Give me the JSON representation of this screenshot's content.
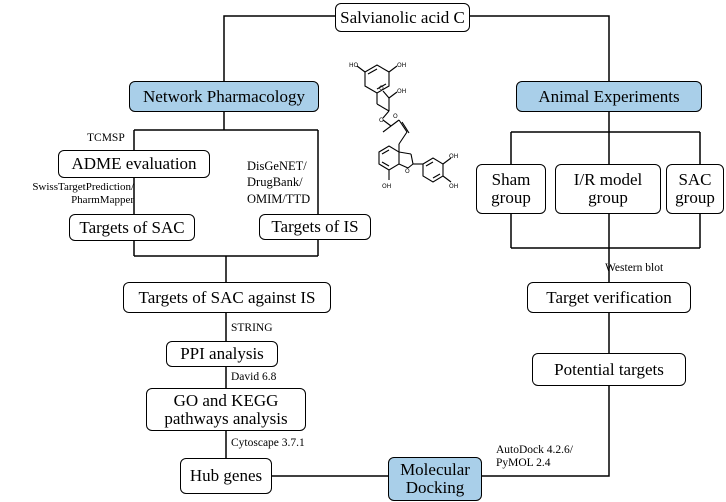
{
  "nodes": {
    "root": "Salvianolic acid C",
    "network_pharmacology": "Network Pharmacology",
    "animal_experiments": "Animal Experiments",
    "adme": "ADME evaluation",
    "targets_sac": "Targets of SAC",
    "targets_is": "Targets of IS",
    "sac_against_is": "Targets of SAC against IS",
    "ppi": "PPI analysis",
    "go_kegg": "GO and KEGG\npathways analysis",
    "hub_genes": "Hub genes",
    "molecular_docking": "Molecular\nDocking",
    "sham": "Sham\ngroup",
    "ir_model": "I/R model\ngroup",
    "sac_group": "SAC\ngroup",
    "target_verification": "Target verification",
    "potential_targets": "Potential targets"
  },
  "labels": {
    "tcmsp": "TCMSP",
    "swiss": "SwissTargetPrediction/\nPharmMapper",
    "disease_dbs": "DisGeNET/\nDrugBank/\nOMIM/TTD",
    "string": "STRING",
    "david": "David 6.8",
    "cytoscape": "Cytoscape 3.7.1",
    "autodock": "AutoDock 4.2.6/\nPyMOL 2.4",
    "western": "Western blot"
  },
  "colors": {
    "highlight_fill": "#a9cfe9",
    "line": "#000000"
  }
}
